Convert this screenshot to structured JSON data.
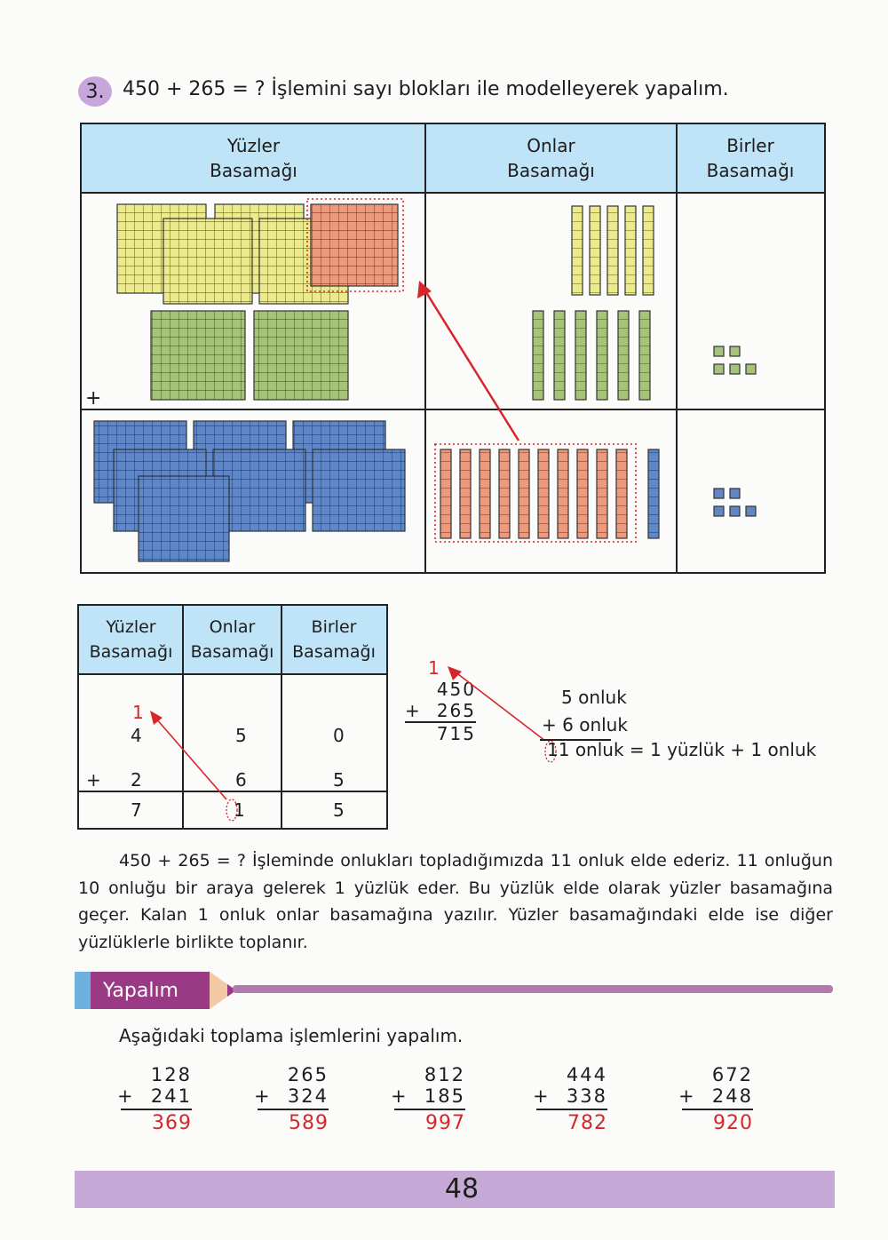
{
  "question": {
    "number": "3.",
    "text": "450 + 265 = ? İşlemini sayı blokları ile modelleyerek yapalım."
  },
  "big_table": {
    "headers": [
      {
        "line1": "Yüzler",
        "line2": "Basamağı"
      },
      {
        "line1": "Onlar",
        "line2": "Basamağı"
      },
      {
        "line1": "Birler",
        "line2": "Basamağı"
      }
    ],
    "plus_sign": "+"
  },
  "small_table": {
    "headers": [
      {
        "line1": "Yüzler",
        "line2": "Basamağı"
      },
      {
        "line1": "Onlar",
        "line2": "Basamağı"
      },
      {
        "line1": "Birler",
        "line2": "Basamağı"
      }
    ],
    "carry": "1",
    "row1": [
      "4",
      "5",
      "0"
    ],
    "row2": [
      "2",
      "6",
      "5"
    ],
    "plus": "+",
    "result": [
      "7",
      "1",
      "5"
    ]
  },
  "vertical_sum": {
    "carry": "1",
    "top": "450",
    "plus": "+",
    "bottom": "265",
    "result": "715"
  },
  "onluk_sum": {
    "line1": "5 onluk",
    "plus": "+",
    "line2": "6 onluk",
    "result_digit": "1",
    "result_text": "1 onluk = 1 yüzlük + 1 onluk"
  },
  "paragraph": "450 + 265 = ? İşleminde onlukları topladığımızda 11 onluk elde ederiz. 11 onluğun 10 onluğu bir araya gelerek 1 yüzlük eder. Bu yüzlük elde olarak yüzler basamağına geçer. Kalan 1 onluk onlar basamağına yazılır. Yüzler basamağındaki elde ise diğer yüzlüklerle birlikte toplanır.",
  "yapalim": {
    "label": "Yapalım",
    "instruction": "Aşağıdaki toplama işlemlerini yapalım."
  },
  "problems": [
    {
      "a": "128",
      "b": "241",
      "answer": "369"
    },
    {
      "a": "265",
      "b": "324",
      "answer": "589"
    },
    {
      "a": "812",
      "b": "185",
      "answer": "997"
    },
    {
      "a": "444",
      "b": "338",
      "answer": "782"
    },
    {
      "a": "672",
      "b": "248",
      "answer": "920"
    }
  ],
  "problem_plus": "+",
  "page_number": "48",
  "colors": {
    "header_blue": "#bfe3f7",
    "yellow_block": "#ecea8e",
    "salmon_block": "#ec9a7e",
    "green_block": "#a5c47a",
    "blue_block": "#5f86c7",
    "answer_red": "#d7262b",
    "footer_purple": "#c6a9d7"
  }
}
